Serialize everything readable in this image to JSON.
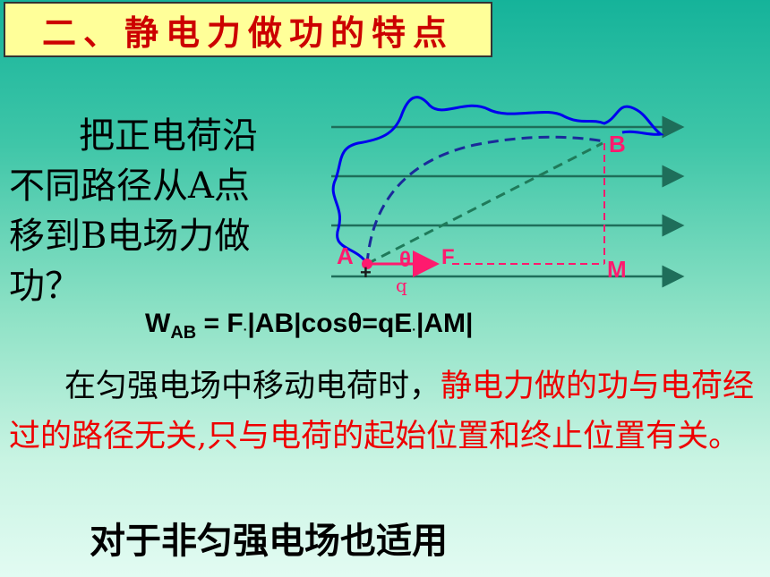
{
  "title": "二、静电力做功的特点",
  "question": {
    "lines": [
      "把正电荷沿",
      "不同路径从A点",
      "移到B电场力做",
      "功？"
    ]
  },
  "diagram": {
    "point_a": "A",
    "point_b": "B",
    "point_m": "M",
    "force": "F",
    "theta": "θ",
    "charge": "q",
    "plus": "+",
    "colors": {
      "field_lines": "#1e6e5a",
      "curvy_path": "#0000ee",
      "dashed_arc": "#1a2a9a",
      "straight_path": "#1f7a5a",
      "labels": "#ff1a6e"
    }
  },
  "formula": {
    "w": "W",
    "sub": "AB",
    "part1": " = F",
    "dot": "·",
    "part2": "|AB|cosθ=qE",
    "part3": "|AM|"
  },
  "statement": {
    "black": "在匀强电场中移动电荷时，",
    "red": "静电力做的功与电荷经过的路径无关,只与电荷的起始位置和终止位置有关。"
  },
  "note": "对于非匀强电场也适用"
}
